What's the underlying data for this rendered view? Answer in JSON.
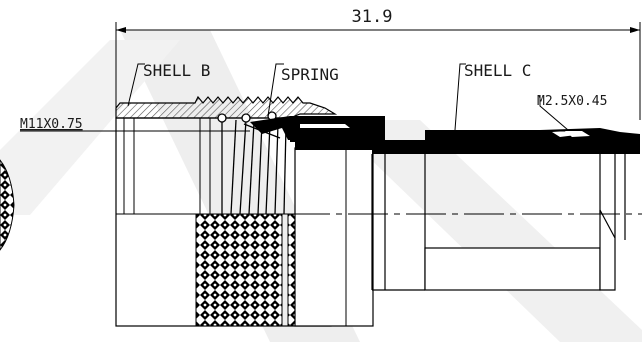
{
  "drawing": {
    "overall_dimension": "31.9",
    "labels": {
      "shell_b": "SHELL B",
      "spring": "SPRING",
      "shell_c": "SHELL C",
      "thread_main": "M11X0.75",
      "thread_small": "M2.5X0.45"
    },
    "colors": {
      "line": "#000000",
      "watermark": "#ececec",
      "background": "#ffffff",
      "hatch": "#555555"
    }
  }
}
